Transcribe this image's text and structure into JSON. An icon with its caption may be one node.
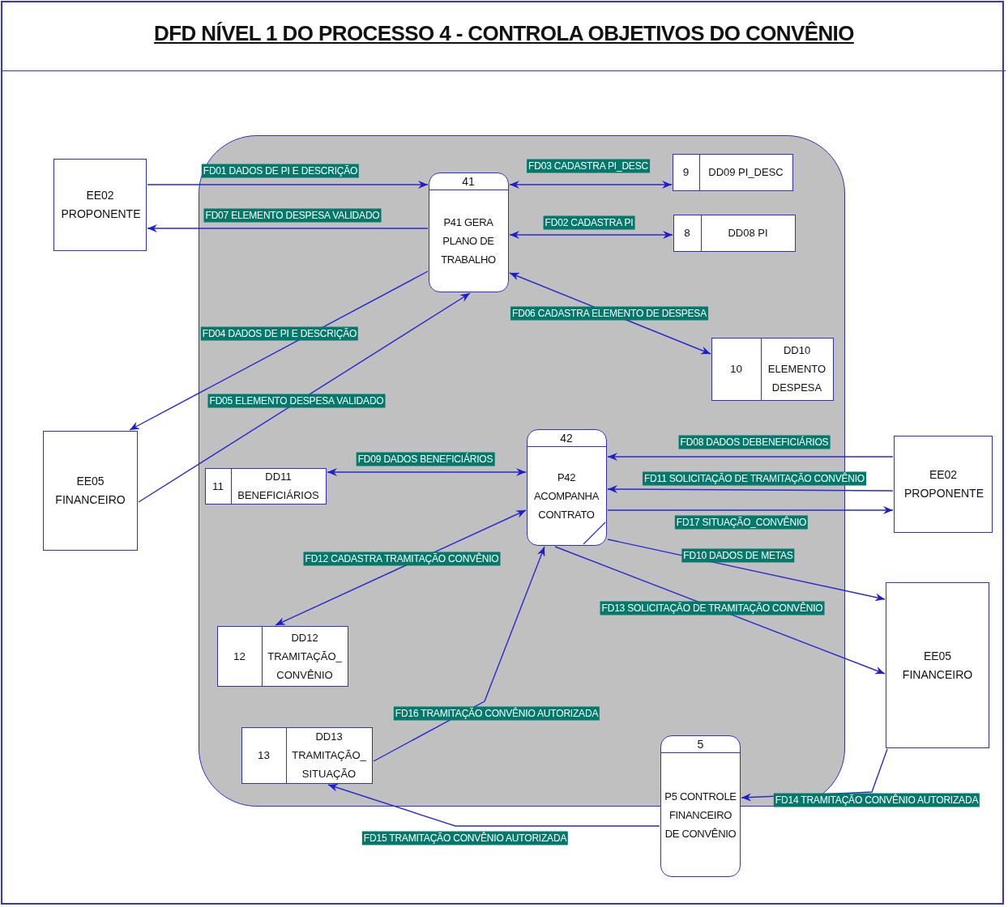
{
  "diagram": {
    "title": "DFD NÍVEL 1 DO PROCESSO 4 - CONTROLA OBJETIVOS DO CONVÊNIO",
    "nodes": [
      {
        "text": [],
        "shape": "box"
      },
      {
        "text": [
          "EE02 PROPONENTE"
        ]
      },
      {
        "text": [
          "41",
          "P41 GERA PLANO DE TRABALHO"
        ],
        "in": 0
      },
      {
        "text": [
          "9",
          "DD09 PI_DESC"
        ],
        "in": 0
      },
      {
        "text": [
          "8",
          "DD08 PI"
        ],
        "in": 0
      },
      {
        "text": [
          "10",
          "DD10 ELEMENTO DESPESA"
        ],
        "in": 0
      },
      {
        "text": [
          "EE05 FINANCEIRO"
        ]
      },
      {
        "text": [
          "11",
          "DD11 BENEFICIÁRIOS"
        ],
        "in": 0
      },
      {
        "text": [
          "42",
          "P42 ACOMPANHA CONTRATO"
        ],
        "in": 0
      },
      {
        "text": [
          "EE02 PROPONENTE"
        ]
      },
      {
        "text": [
          "12",
          "DD12 TRAMITAÇÃO_ CONVÊNIO"
        ],
        "in": 0
      },
      {
        "text": [
          "EE05 FINANCEIRO"
        ]
      },
      {
        "text": [
          "13",
          "DD13 TRAMITAÇÃO_ SITUAÇÃO"
        ],
        "in": 0
      },
      {
        "text": [
          "5",
          "P5 CONTROLE FINANCEIRO DE CONVÊNIO"
        ]
      }
    ],
    "edges": [
      {
        "from": 1,
        "to": 2,
        "arrow": "to",
        "label": "FD01 DADOS DE PI E DESCRIÇÃO"
      },
      {
        "from": 2,
        "to": 1,
        "arrow": "to",
        "label": "FD07 ELEMENTO DESPESA VALIDADO"
      },
      {
        "from": 2,
        "to": 3,
        "arrow": "both",
        "label": "FD03 CADASTRA PI_DESC"
      },
      {
        "from": 2,
        "to": 4,
        "arrow": "both",
        "label": "FD02 CADASTRA PI"
      },
      {
        "from": 2,
        "to": 5,
        "arrow": "both",
        "label": "FD06 CADASTRA ELEMENTO DE DESPESA"
      },
      {
        "from": 2,
        "to": 6,
        "arrow": "to",
        "label": "FD04 DADOS DE PI E DESCRIÇÃO"
      },
      {
        "from": 6,
        "to": 2,
        "arrow": "to",
        "label": "FD05 ELEMENTO DESPESA VALIDADO"
      },
      {
        "from": 7,
        "to": 8,
        "arrow": "both",
        "label": "FD09 DADOS BENEFICIÁRIOS"
      },
      {
        "from": 9,
        "to": 8,
        "arrow": "to",
        "label": "FD08 DADOS DEBENEFICIÁRIOS"
      },
      {
        "from": 9,
        "to": 8,
        "arrow": "to",
        "label": "FD11 SOLICITAÇÃO DE TRAMITAÇÃO CONVÊNIO"
      },
      {
        "from": 8,
        "to": 9,
        "arrow": "to",
        "label": "FD17 SITUAÇÃO_CONVÊNIO"
      },
      {
        "from": 8,
        "to": 10,
        "arrow": "both",
        "label": "FD12 CADASTRA TRAMITAÇÃO CONVÊNIO"
      },
      {
        "from": 8,
        "to": 11,
        "arrow": "to",
        "label": "FD10 DADOS DE METAS"
      },
      {
        "from": 8,
        "to": 11,
        "arrow": "to",
        "label": "FD13 SOLICITAÇÃO DE TRAMITAÇÃO CONVÊNIO"
      },
      {
        "from": 12,
        "to": 8,
        "arrow": "to",
        "label": "FD16 TRAMITAÇÃO CONVÊNIO AUTORIZADA"
      },
      {
        "from": 11,
        "to": 13,
        "arrow": "to",
        "label": "FD14 TRAMITAÇÃO CONVÊNIO AUTORIZADA"
      },
      {
        "from": 13,
        "to": 12,
        "arrow": "to",
        "label": "FD15 TRAMITAÇÃO CONVÊNIO AUTORIZADA"
      }
    ]
  }
}
